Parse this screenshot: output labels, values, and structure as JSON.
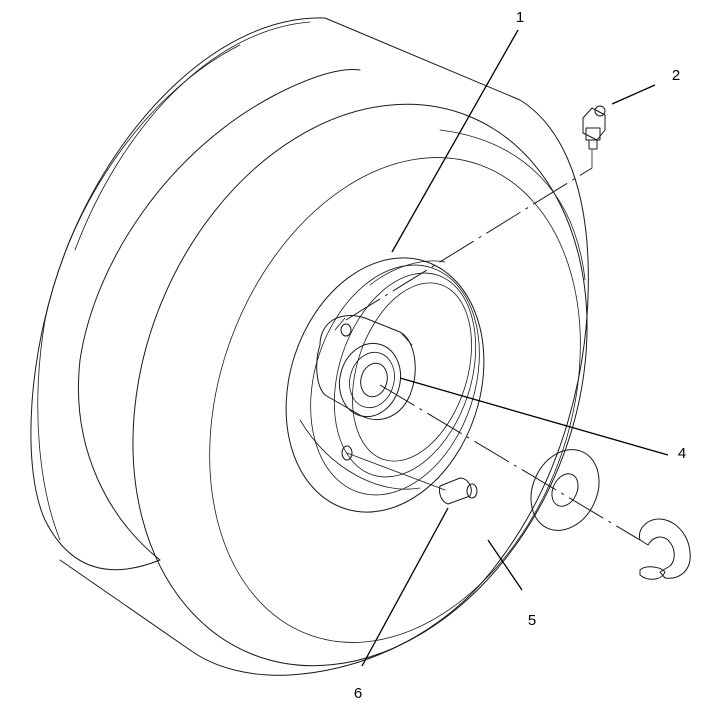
{
  "callouts": [
    {
      "id": "1",
      "label": "1"
    },
    {
      "id": "2",
      "label": "2"
    },
    {
      "id": "4",
      "label": "4"
    },
    {
      "id": "5",
      "label": "5"
    },
    {
      "id": "6",
      "label": "6"
    }
  ],
  "colors": {
    "line": "#1a1a1a",
    "background": "#ffffff"
  }
}
